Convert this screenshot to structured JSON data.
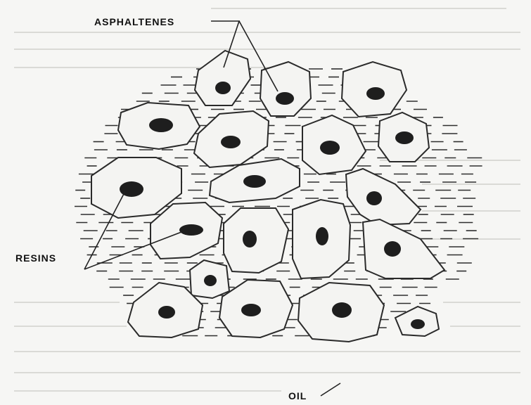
{
  "labels": {
    "asphaltenes": "ASPHALTENES",
    "resins": "RESINS",
    "oil": "OIL"
  },
  "colors": {
    "background": "#f6f6f4",
    "ink": "#1e1e1e",
    "cell_fill": "#f4f4f2"
  }
}
